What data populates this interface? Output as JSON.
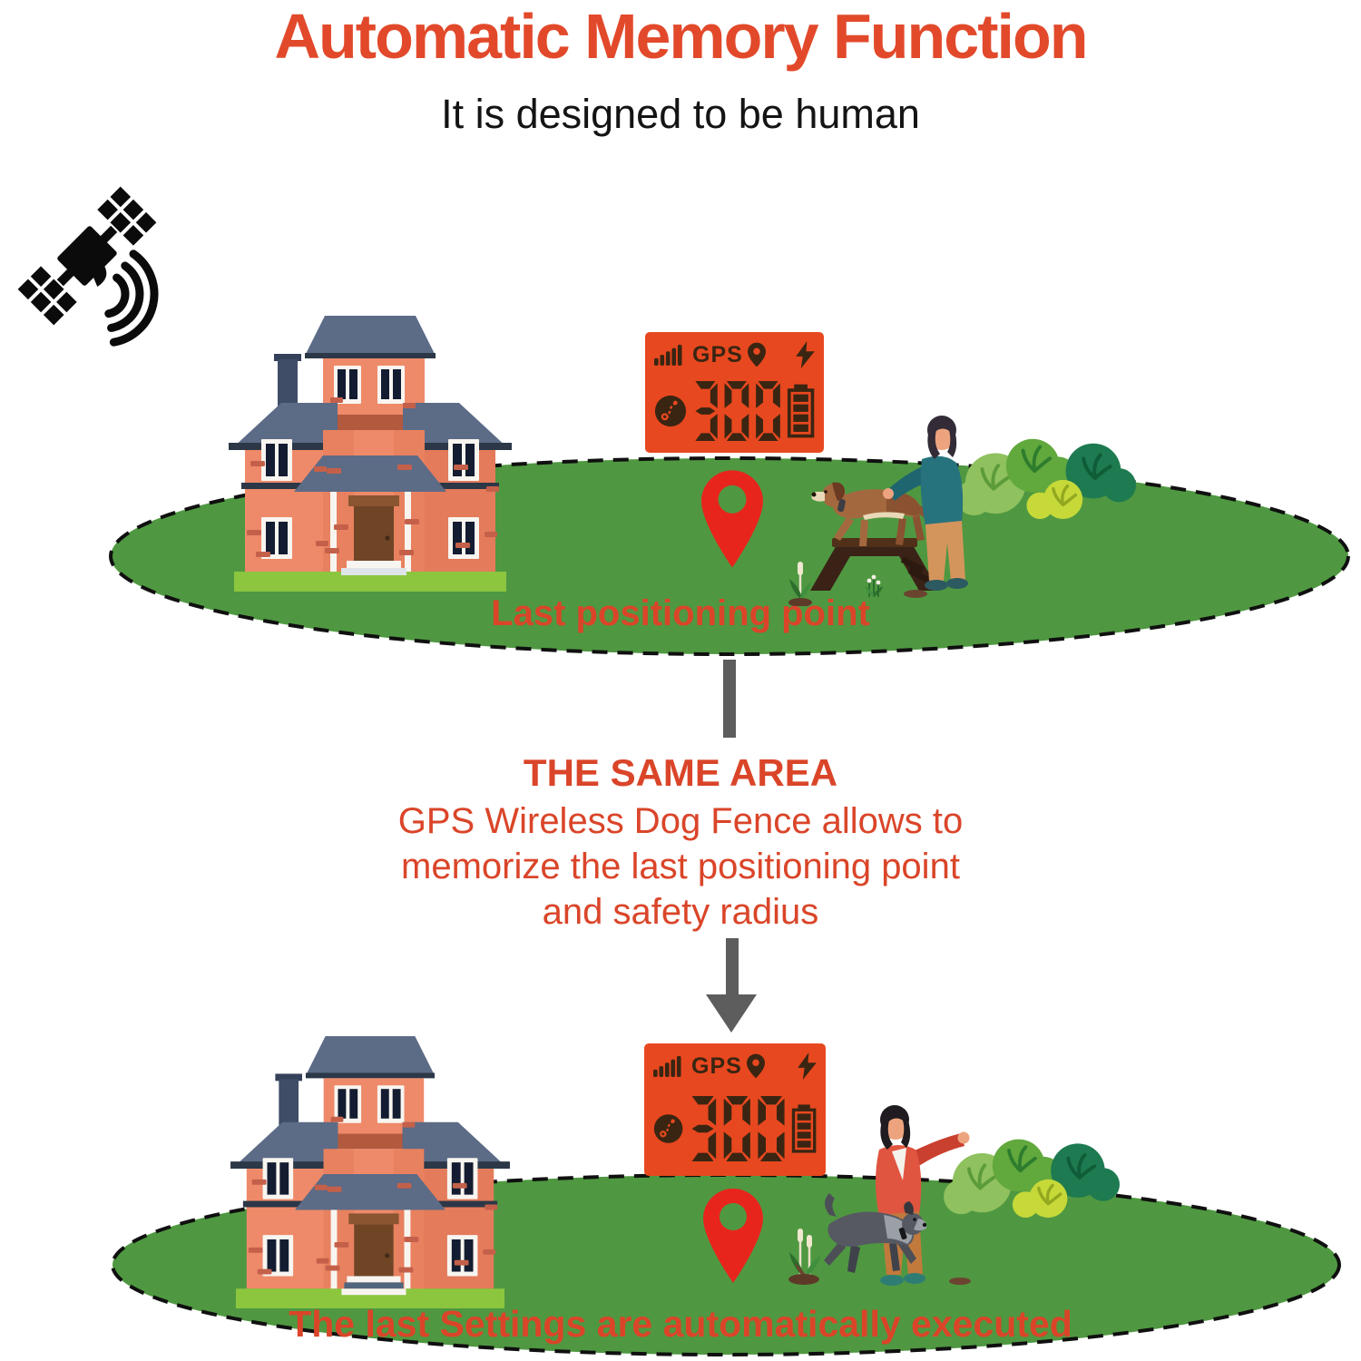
{
  "title": "Automatic Memory Function",
  "subtitle": "It is designed to be human",
  "device_display": {
    "gps_label": "GPS",
    "distance_value": "300"
  },
  "scene_top": {
    "caption": "Last positioning point"
  },
  "transition": {
    "heading": "THE SAME AREA",
    "body_lines": [
      "GPS Wireless Dog Fence allows to",
      "memorize the last positioning point",
      "and safety radius"
    ]
  },
  "scene_bottom": {
    "caption": "The last Settings are automatically executed"
  },
  "colors": {
    "accent": "#da4529",
    "title_red": "#e2492b",
    "lawn": "#4f9841",
    "display_bg": "#e8481f",
    "display_ink": "#3a2512",
    "arrow_gray": "#5d5d5d",
    "pin_red": "#e8251d"
  },
  "icons": {
    "satellite": "satellite-icon",
    "signal": "signal-bars-icon",
    "gps_pin": "location-pin-icon",
    "bolt": "charging-bolt-icon",
    "globe": "gps-globe-icon",
    "battery": "battery-icon",
    "marker": "map-marker-icon",
    "arrow": "down-arrow-icon"
  }
}
